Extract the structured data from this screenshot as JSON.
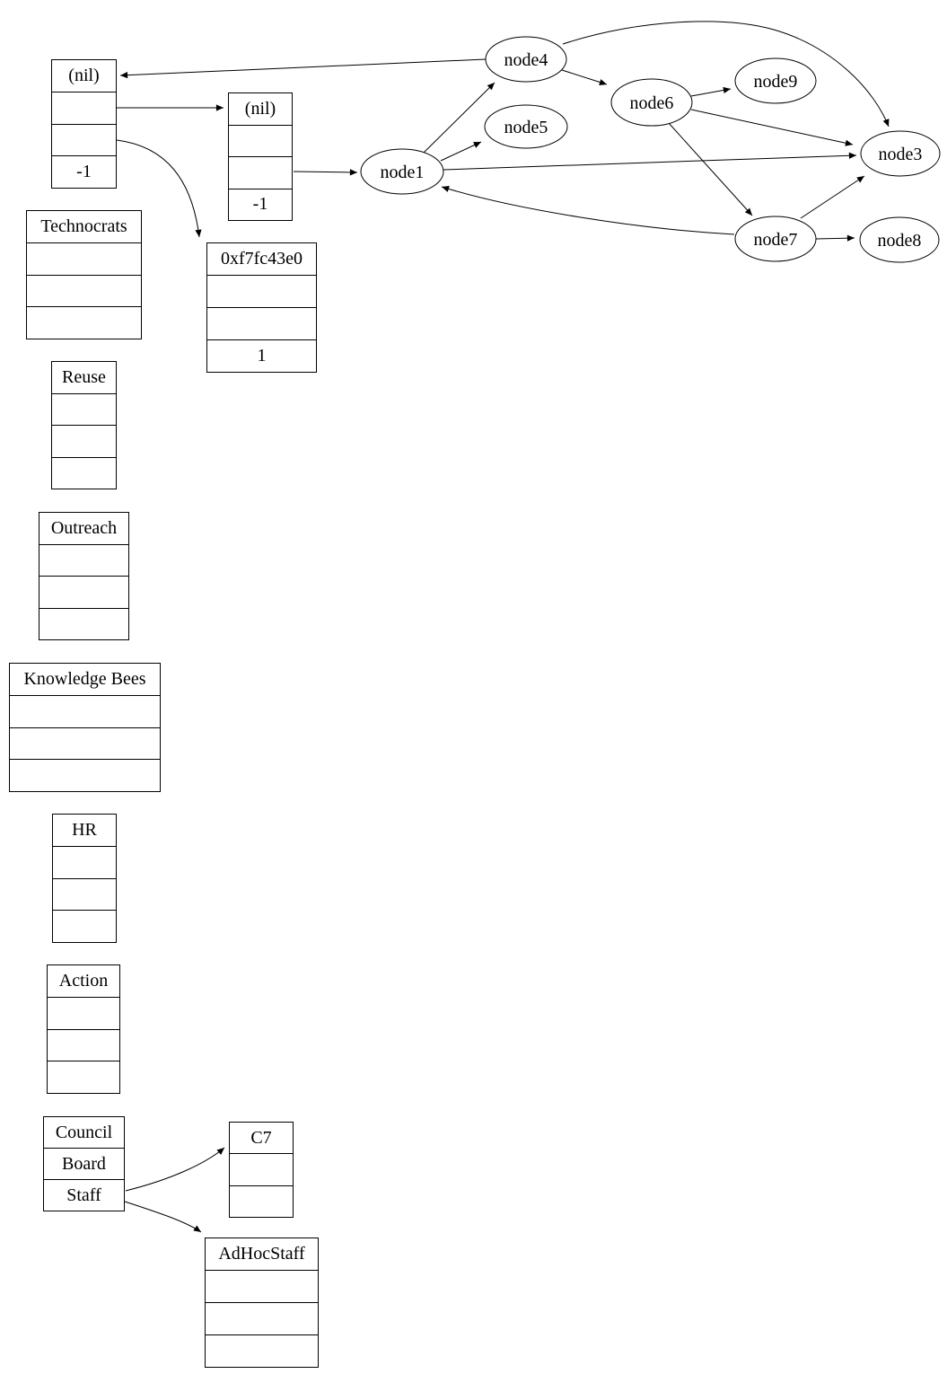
{
  "graph": {
    "nodes": [
      {
        "id": "node1",
        "label": "node1"
      },
      {
        "id": "node3",
        "label": "node3"
      },
      {
        "id": "node4",
        "label": "node4"
      },
      {
        "id": "node5",
        "label": "node5"
      },
      {
        "id": "node6",
        "label": "node6"
      },
      {
        "id": "node7",
        "label": "node7"
      },
      {
        "id": "node8",
        "label": "node8"
      },
      {
        "id": "node9",
        "label": "node9"
      }
    ],
    "edges": [
      {
        "from": "node1",
        "to": "node4"
      },
      {
        "from": "node1",
        "to": "node5"
      },
      {
        "from": "node1",
        "to": "node3"
      },
      {
        "from": "node4",
        "to": "node6"
      },
      {
        "from": "node4",
        "to": "node3"
      },
      {
        "from": "node4",
        "to": "nil-record-1"
      },
      {
        "from": "node6",
        "to": "node9"
      },
      {
        "from": "node6",
        "to": "node3"
      },
      {
        "from": "node6",
        "to": "node7"
      },
      {
        "from": "node7",
        "to": "node3"
      },
      {
        "from": "node7",
        "to": "node8"
      },
      {
        "from": "node7",
        "to": "node1"
      },
      {
        "from": "nil-record-1.row2",
        "to": "nil-record-2"
      },
      {
        "from": "nil-record-1.row3",
        "to": "pointer-record"
      },
      {
        "from": "nil-record-2.row3",
        "to": "node1"
      },
      {
        "from": "council-record.Staff",
        "to": "c7-record"
      },
      {
        "from": "council-record.Staff",
        "to": "adhocstaff-record"
      }
    ]
  },
  "records": {
    "nil1": {
      "rows": [
        "(nil)",
        "",
        "",
        "-1"
      ]
    },
    "nil2": {
      "rows": [
        "(nil)",
        "",
        "",
        "-1"
      ]
    },
    "technocrats": {
      "rows": [
        "Technocrats",
        "",
        "",
        ""
      ]
    },
    "pointer": {
      "rows": [
        "0xf7fc43e0",
        "",
        "",
        "1"
      ]
    },
    "reuse": {
      "rows": [
        "Reuse",
        "",
        "",
        ""
      ]
    },
    "outreach": {
      "rows": [
        "Outreach",
        "",
        "",
        ""
      ]
    },
    "knowledge_bees": {
      "rows": [
        "Knowledge Bees",
        "",
        "",
        ""
      ]
    },
    "hr": {
      "rows": [
        "HR",
        "",
        "",
        ""
      ]
    },
    "action": {
      "rows": [
        "Action",
        "",
        "",
        ""
      ]
    },
    "council": {
      "rows": [
        "Council",
        "Board",
        "Staff"
      ]
    },
    "c7": {
      "rows": [
        "C7",
        "",
        ""
      ]
    },
    "adhocstaff": {
      "rows": [
        "AdHocStaff",
        "",
        "",
        ""
      ]
    }
  },
  "colors": {
    "stroke": "#000000",
    "background": "#ffffff"
  }
}
